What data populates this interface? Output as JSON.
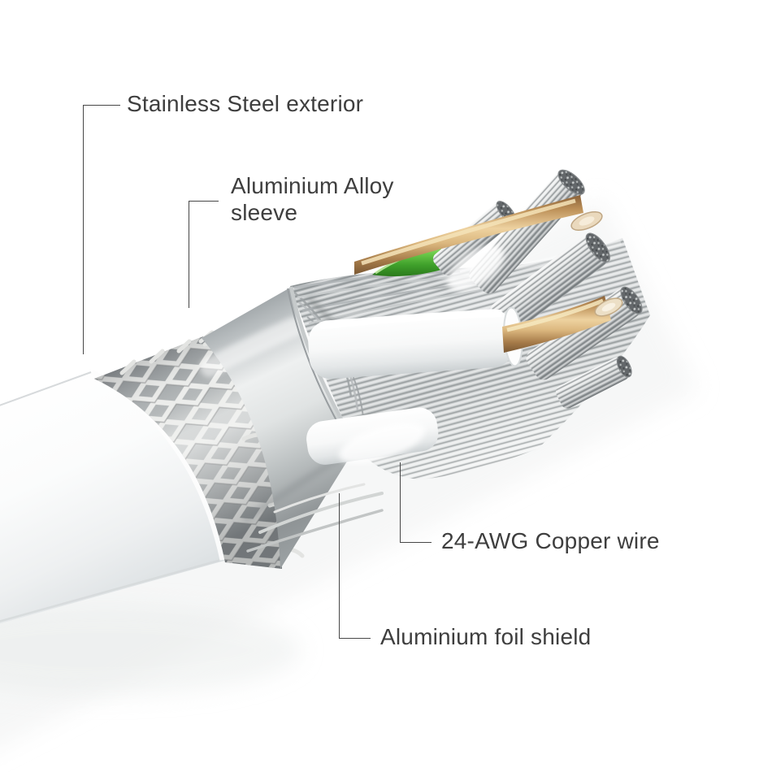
{
  "figure": {
    "kind": "cable-cutaway-diagram",
    "background_color": "#ffffff",
    "label_text_color": "#3e3e3e",
    "leader_line_color": "#474747",
    "labels": {
      "stainless_steel": "Stainless Steel exterior",
      "aluminium_sleeve": "Aluminium Alloy sleeve",
      "copper_wire": "24-AWG Copper wire",
      "foil_shield": "Aluminium foil shield"
    },
    "parts": [
      {
        "name": "outer-jacket",
        "description": "glossy white-silver outer jacket",
        "color": "#f4f6f7"
      },
      {
        "name": "stainless-steel-braid",
        "description": "woven stainless steel mesh exterior",
        "color": "#e9eae8"
      },
      {
        "name": "aluminium-alloy-sleeve",
        "description": "smooth aluminium alloy sleeve",
        "color": "#dfe2e3"
      },
      {
        "name": "aluminium-foil-shield",
        "description": "ridged aluminium foil shield",
        "color": "#c7cbcc"
      },
      {
        "name": "copper-wire",
        "description": "24-AWG bare copper conductor",
        "color": "#d9b47f"
      },
      {
        "name": "green-wire",
        "description": "green insulated wire",
        "color": "#4fae35"
      },
      {
        "name": "white-insulated-wire",
        "description": "white insulated conductor",
        "color": "#f6f7f7"
      },
      {
        "name": "tinned-strand-bundle",
        "description": "twisted tinned copper strand bundle",
        "color": "#c4c8c9"
      }
    ]
  }
}
